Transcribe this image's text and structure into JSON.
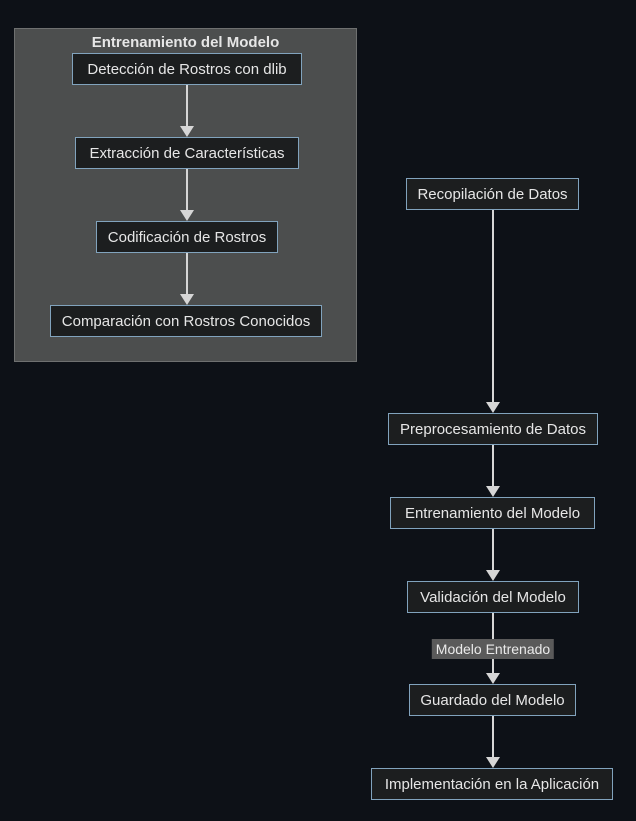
{
  "colors": {
    "page_bg": "#0d1117",
    "cluster_bg": "#4c4e4e",
    "cluster_border": "#6e7070",
    "node_bg": "#1c1e1f",
    "node_border": "#81a3bd",
    "node_text": "#e6e6e6",
    "arrow": "#d6d6d6",
    "edge_label_bg": "#5a5a5a",
    "edge_label_text": "#eaeaea"
  },
  "cluster": {
    "title": "Entrenamiento del Modelo",
    "nodes": [
      "Detección de Rostros con dlib",
      "Extracción de Características",
      "Codificación de Rostros",
      "Comparación con Rostros Conocidos"
    ]
  },
  "flow": {
    "nodes": [
      "Recopilación de Datos",
      "Preprocesamiento de Datos",
      "Entrenamiento del Modelo",
      "Validación del Modelo",
      "Guardado del Modelo",
      "Implementación en la Aplicación"
    ],
    "edge_label": "Modelo Entrenado"
  },
  "edges": [
    {
      "from": "Detección de Rostros con dlib",
      "to": "Extracción de Características"
    },
    {
      "from": "Extracción de Características",
      "to": "Codificación de Rostros"
    },
    {
      "from": "Codificación de Rostros",
      "to": "Comparación con Rostros Conocidos"
    },
    {
      "from": "Recopilación de Datos",
      "to": "Preprocesamiento de Datos"
    },
    {
      "from": "Preprocesamiento de Datos",
      "to": "Entrenamiento del Modelo"
    },
    {
      "from": "Entrenamiento del Modelo",
      "to": "Validación del Modelo"
    },
    {
      "from": "Validación del Modelo",
      "to": "Guardado del Modelo",
      "label": "Modelo Entrenado"
    },
    {
      "from": "Guardado del Modelo",
      "to": "Implementación en la Aplicación"
    }
  ]
}
